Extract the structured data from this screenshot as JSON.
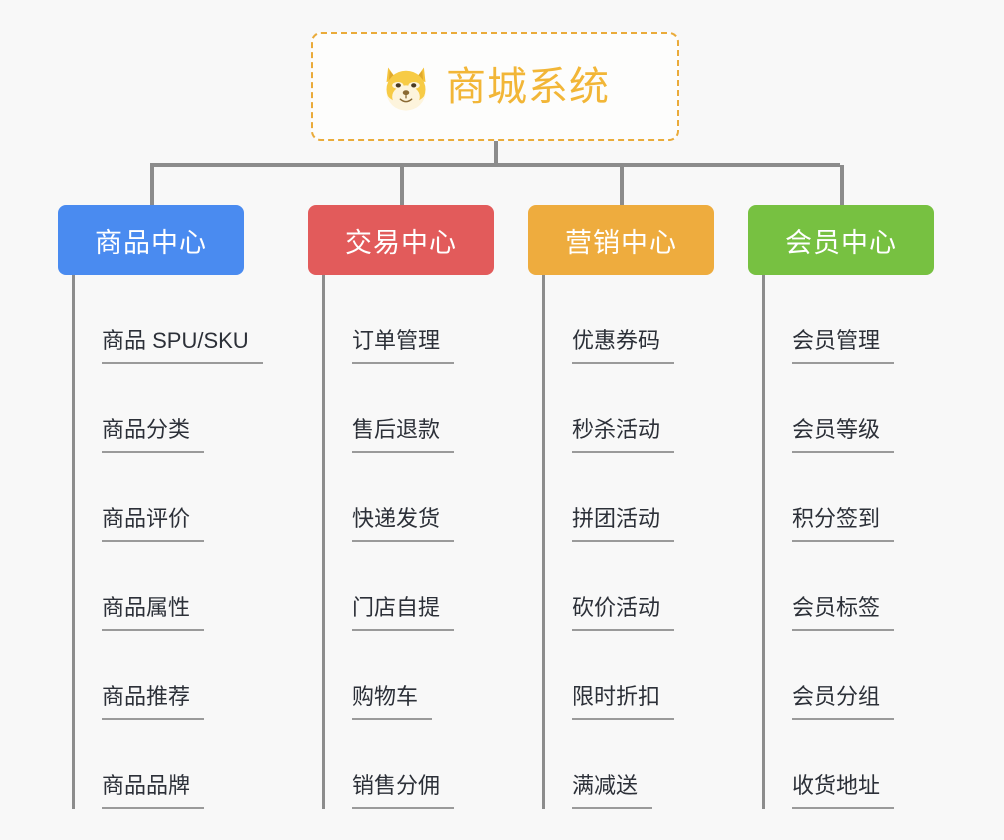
{
  "root": {
    "title": "商城系统",
    "icon": "shiba-dog-emoji",
    "border_color": "#eaab3a",
    "text_color": "#f2b637"
  },
  "canvas": {
    "background": "#f8f8f8",
    "connector_color": "#8c8c8c",
    "leaf_text_color": "#2c3038",
    "leaf_rule_color": "#9a9a9a"
  },
  "branches": [
    {
      "label": "商品中心",
      "color": "#4a8bf0",
      "items": [
        {
          "label": "商品 SPU/SKU"
        },
        {
          "label": "商品分类"
        },
        {
          "label": "商品评价"
        },
        {
          "label": "商品属性"
        },
        {
          "label": "商品推荐"
        },
        {
          "label": "商品品牌"
        }
      ]
    },
    {
      "label": "交易中心",
      "color": "#e25b5b",
      "items": [
        {
          "label": "订单管理"
        },
        {
          "label": "售后退款"
        },
        {
          "label": "快递发货"
        },
        {
          "label": "门店自提"
        },
        {
          "label": "购物车"
        },
        {
          "label": "销售分佣"
        }
      ]
    },
    {
      "label": "营销中心",
      "color": "#eeac3e",
      "items": [
        {
          "label": "优惠券码"
        },
        {
          "label": "秒杀活动"
        },
        {
          "label": "拼团活动"
        },
        {
          "label": "砍价活动"
        },
        {
          "label": "限时折扣"
        },
        {
          "label": "满减送"
        }
      ]
    },
    {
      "label": "会员中心",
      "color": "#77c141",
      "items": [
        {
          "label": "会员管理"
        },
        {
          "label": "会员等级"
        },
        {
          "label": "积分签到"
        },
        {
          "label": "会员标签"
        },
        {
          "label": "会员分组"
        },
        {
          "label": "收货地址"
        }
      ]
    }
  ]
}
